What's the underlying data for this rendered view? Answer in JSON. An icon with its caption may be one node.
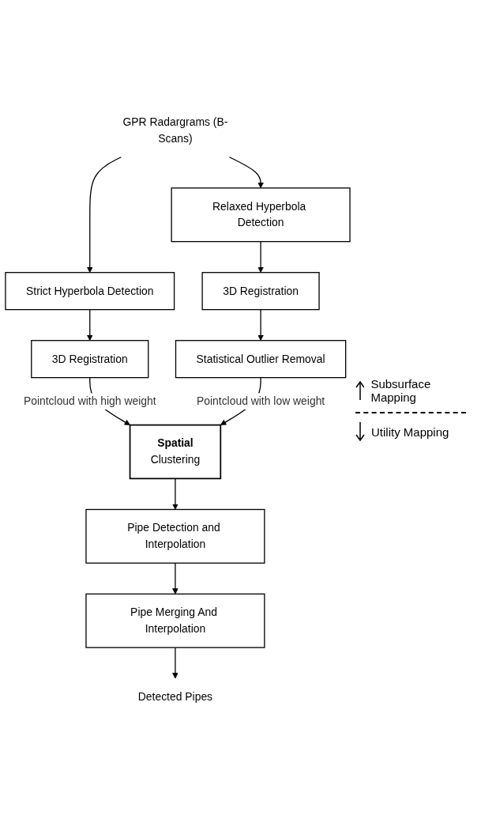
{
  "diagram": {
    "nodes": [
      {
        "text": [
          "GPR Radargrams (B-Scans)"
        ]
      },
      {
        "text": [
          "Strict Hyperbola Detection"
        ]
      },
      {
        "text": [
          "Relaxed Hyperbola Detection"
        ]
      },
      {
        "text": [
          "3D Registration"
        ]
      },
      {
        "text": [
          "3D Registration"
        ]
      },
      {
        "text": [
          "Statistical Outlier Removal"
        ]
      },
      {
        "text": [
          "Spatial",
          "Clustering"
        ]
      },
      {
        "text": [
          "Pipe Detection and Interpolation"
        ]
      },
      {
        "text": [
          "Pipe Merging And Interpolation"
        ]
      },
      {
        "text": [
          "Detected Pipes"
        ]
      }
    ],
    "edges": [
      {
        "from": 0,
        "to": 1,
        "arrow": "to"
      },
      {
        "from": 0,
        "to": 2,
        "arrow": "to"
      },
      {
        "from": 1,
        "to": 3,
        "arrow": "to"
      },
      {
        "from": 2,
        "to": 4,
        "arrow": "to"
      },
      {
        "from": 4,
        "to": 5,
        "arrow": "to"
      },
      {
        "from": 3,
        "to": 6,
        "label": "Pointcloud with high weight",
        "arrow": "to"
      },
      {
        "from": 5,
        "to": 6,
        "label": "Pointcloud with low weight",
        "arrow": "to"
      },
      {
        "from": 6,
        "to": 7,
        "arrow": "to"
      },
      {
        "from": 7,
        "to": 8,
        "arrow": "to"
      },
      {
        "from": 8,
        "to": 9,
        "arrow": "to"
      }
    ],
    "labels": [
      "Subsurface Mapping",
      "Utility Mapping"
    ]
  }
}
